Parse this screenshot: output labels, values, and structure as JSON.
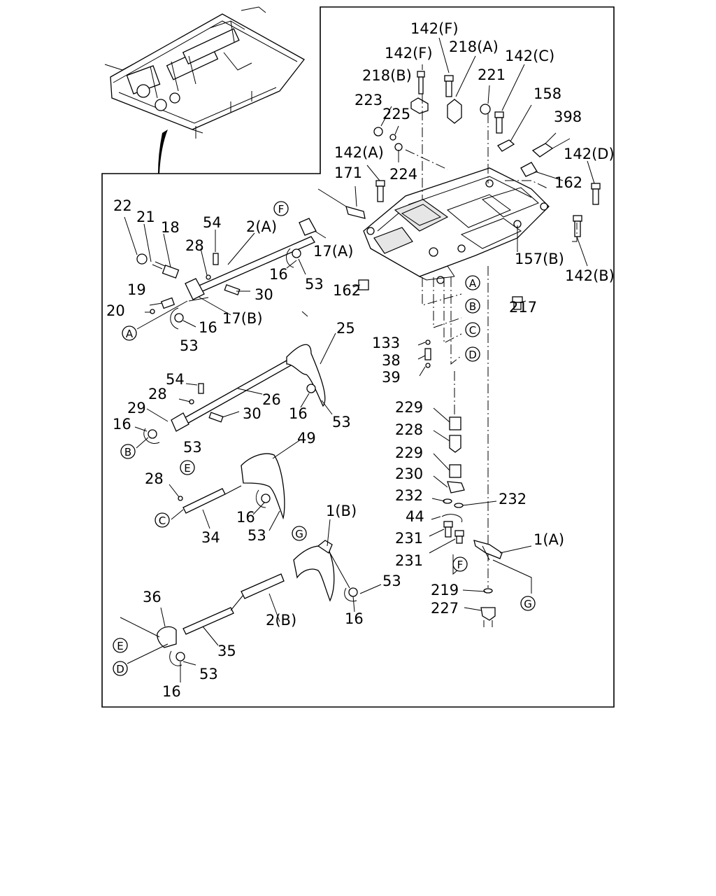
{
  "labels": {
    "l_142F_a": "142(F)",
    "l_142F_b": "142(F)",
    "l_218A": "218(A)",
    "l_218B": "218(B)",
    "l_221": "221",
    "l_142C": "142(C)",
    "l_158": "158",
    "l_398": "398",
    "l_223": "223",
    "l_225": "225",
    "l_224": "224",
    "l_142A": "142(A)",
    "l_171": "171",
    "l_162_a": "162",
    "l_142D": "142(D)",
    "l_162_b": "162",
    "l_157B": "157(B)",
    "l_142B": "142(B)",
    "l_217": "217",
    "l_22": "22",
    "l_21": "21",
    "l_18": "18",
    "l_54_a": "54",
    "l_2A": "2(A)",
    "l_28_a": "28",
    "l_17A": "17(A)",
    "l_16_a": "16",
    "l_53_a": "53",
    "l_30_a": "30",
    "l_19": "19",
    "l_20": "20",
    "l_17B": "17(B)",
    "l_16_b": "16",
    "l_53_b": "53",
    "l_133": "133",
    "l_38": "38",
    "l_39": "39",
    "l_25": "25",
    "l_54_b": "54",
    "l_28_b": "28",
    "l_26": "26",
    "l_29": "29",
    "l_30_b": "30",
    "l_16_c": "16",
    "l_53_c": "53",
    "l_16_d": "16",
    "l_53_d": "53",
    "l_229_a": "229",
    "l_228": "228",
    "l_229_b": "229",
    "l_230": "230",
    "l_232_a": "232",
    "l_232_b": "232",
    "l_44": "44",
    "l_231_a": "231",
    "l_231_b": "231",
    "l_1A": "1(A)",
    "l_49": "49",
    "l_28_c": "28",
    "l_34": "34",
    "l_16_e": "16",
    "l_53_e": "53",
    "l_1B": "1(B)",
    "l_53_f": "53",
    "l_16_f": "16",
    "l_2B": "2(B)",
    "l_36": "36",
    "l_35": "35",
    "l_53_g": "53",
    "l_16_g": "16",
    "l_219": "219",
    "l_227": "227"
  },
  "markers": {
    "m_A1": "A",
    "m_B1": "B",
    "m_C1": "C",
    "m_D1": "D",
    "m_F1": "F",
    "m_A2": "A",
    "m_B2": "B",
    "m_C2": "C",
    "m_D2": "D",
    "m_E1": "E",
    "m_E2": "E",
    "m_G1": "G",
    "m_F2": "F",
    "m_G2": "G"
  }
}
